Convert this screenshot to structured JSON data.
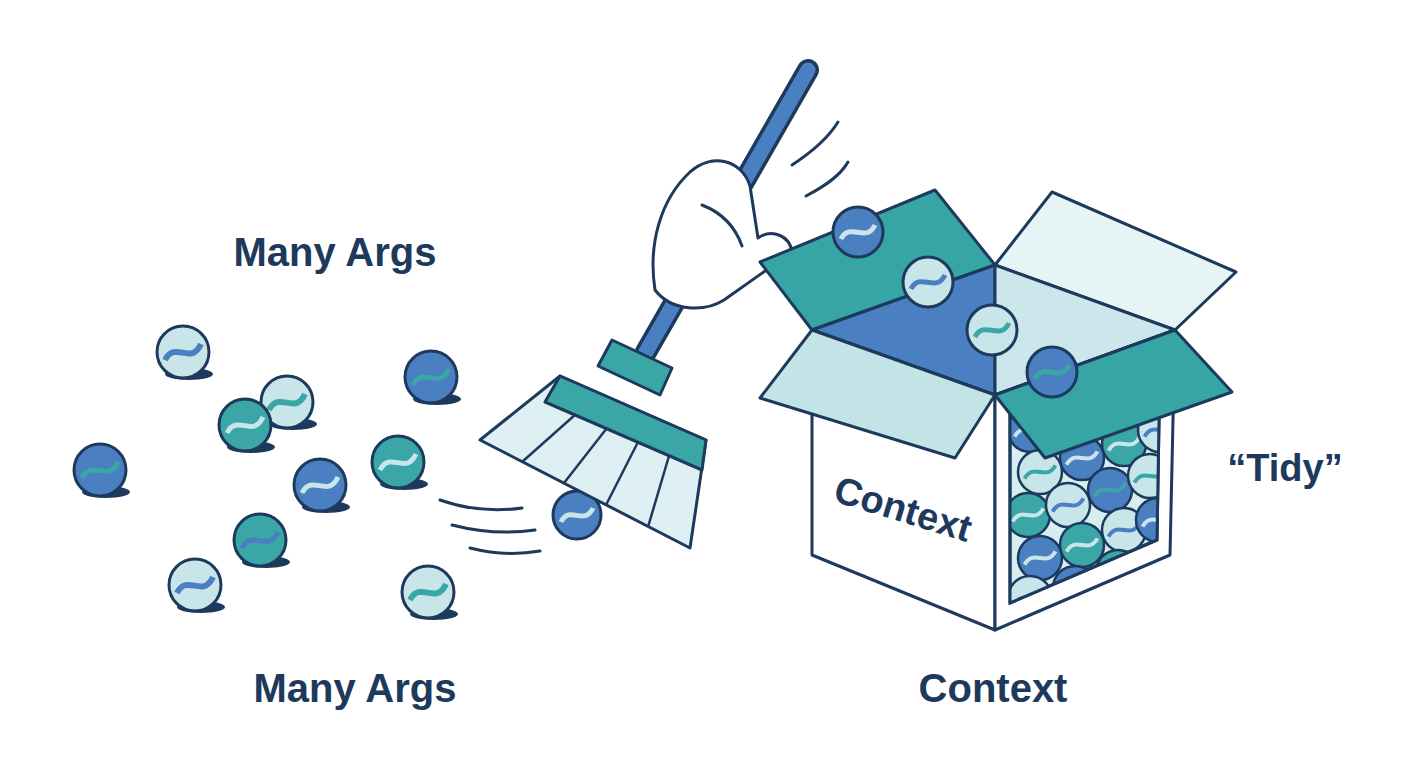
{
  "diagram": {
    "nodes": [
      {
        "text": [
          "Context"
        ]
      }
    ],
    "labels": [
      "Many Args",
      "Many Args",
      "“Tidy”",
      "Context"
    ]
  }
}
